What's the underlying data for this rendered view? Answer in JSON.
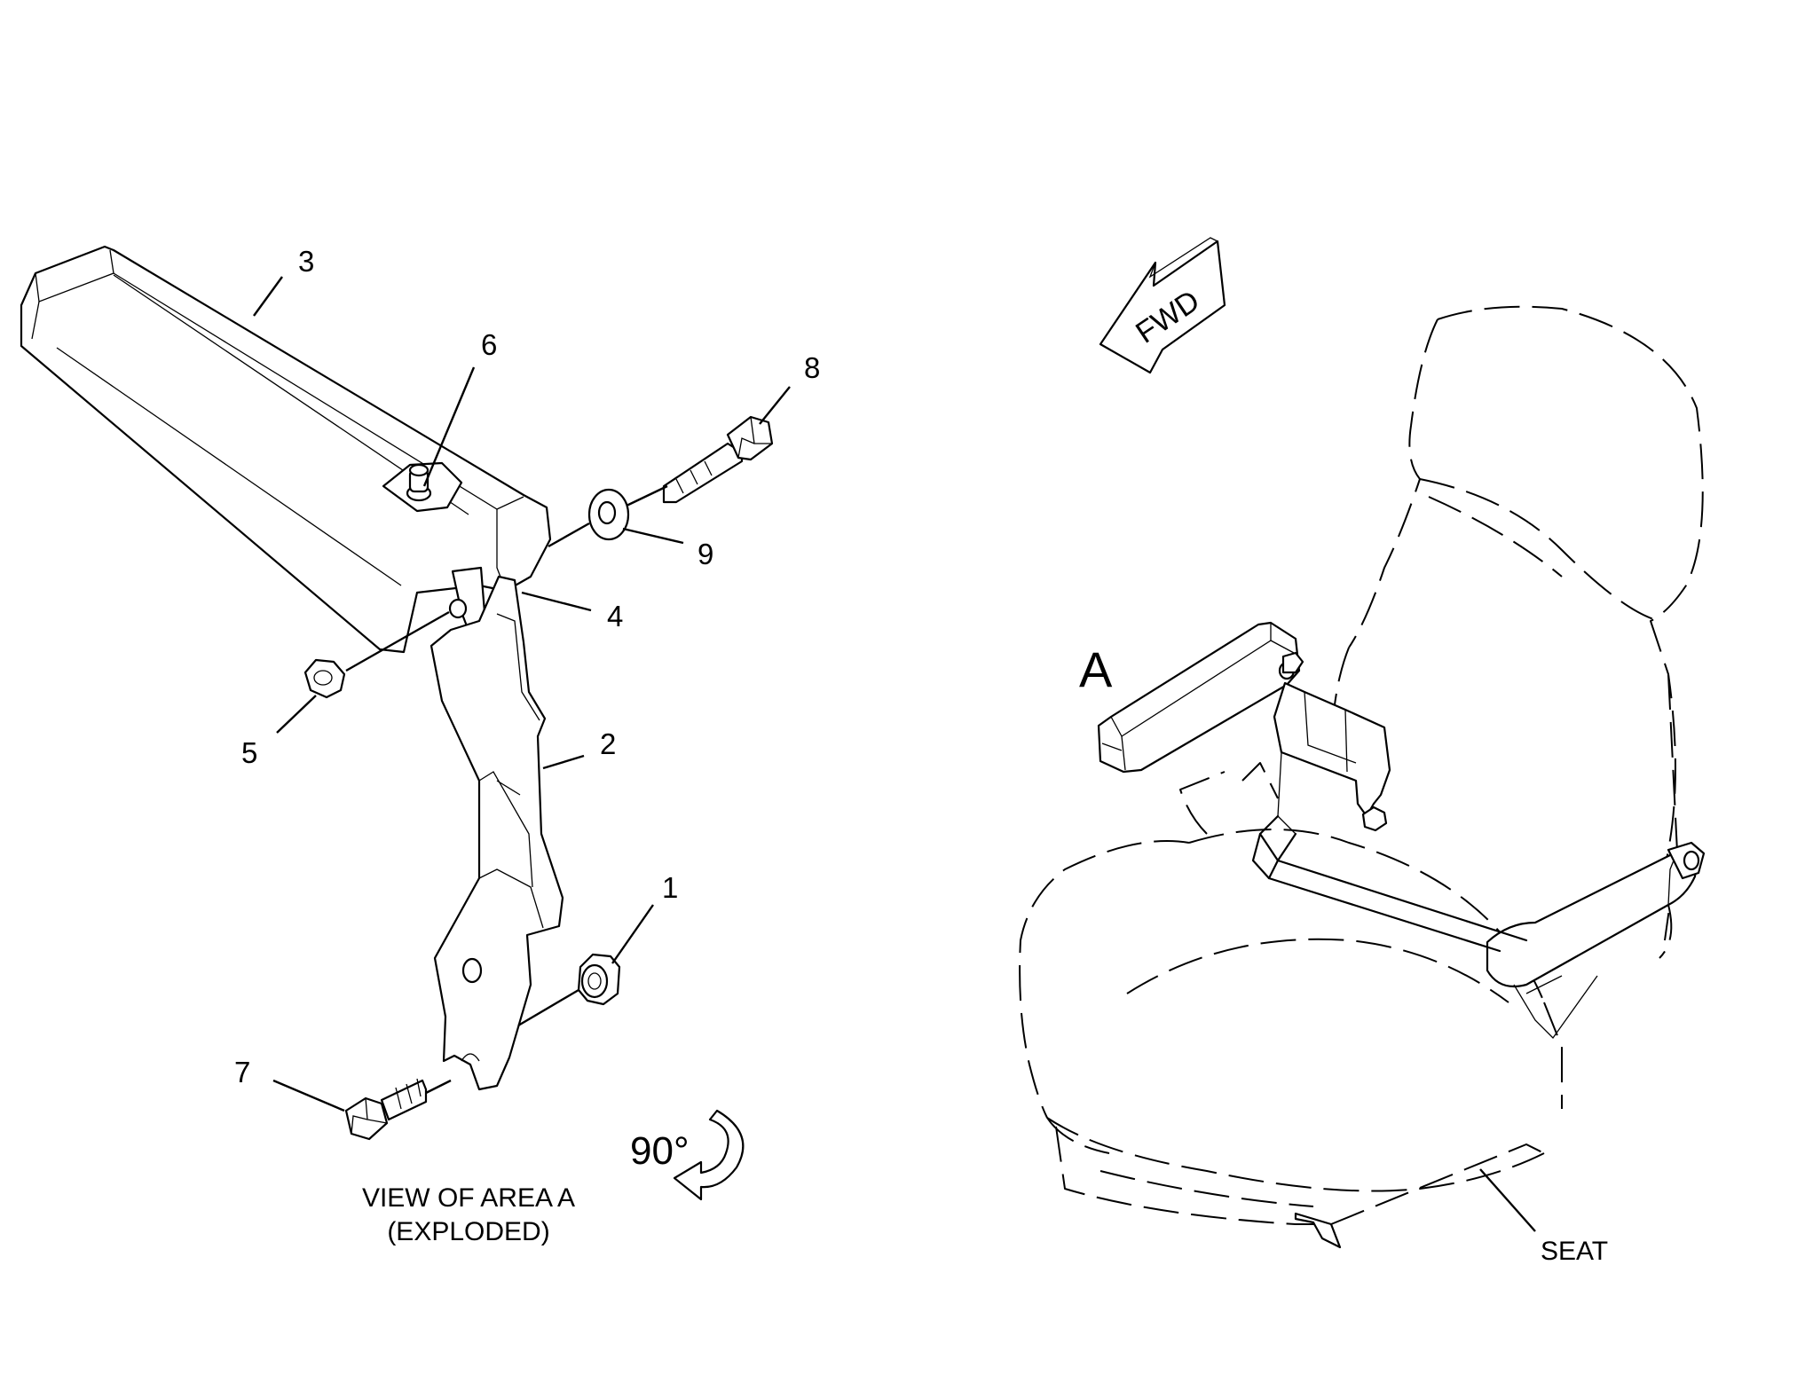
{
  "exploded_view": {
    "callouts": [
      "1",
      "2",
      "3",
      "4",
      "5",
      "6",
      "7",
      "8",
      "9"
    ],
    "caption_line1": "VIEW OF AREA A",
    "caption_line2": "(EXPLODED)",
    "rotation_label": "90°"
  },
  "seat_view": {
    "direction_label": "FWD",
    "area_label": "A",
    "seat_label": "SEAT"
  }
}
